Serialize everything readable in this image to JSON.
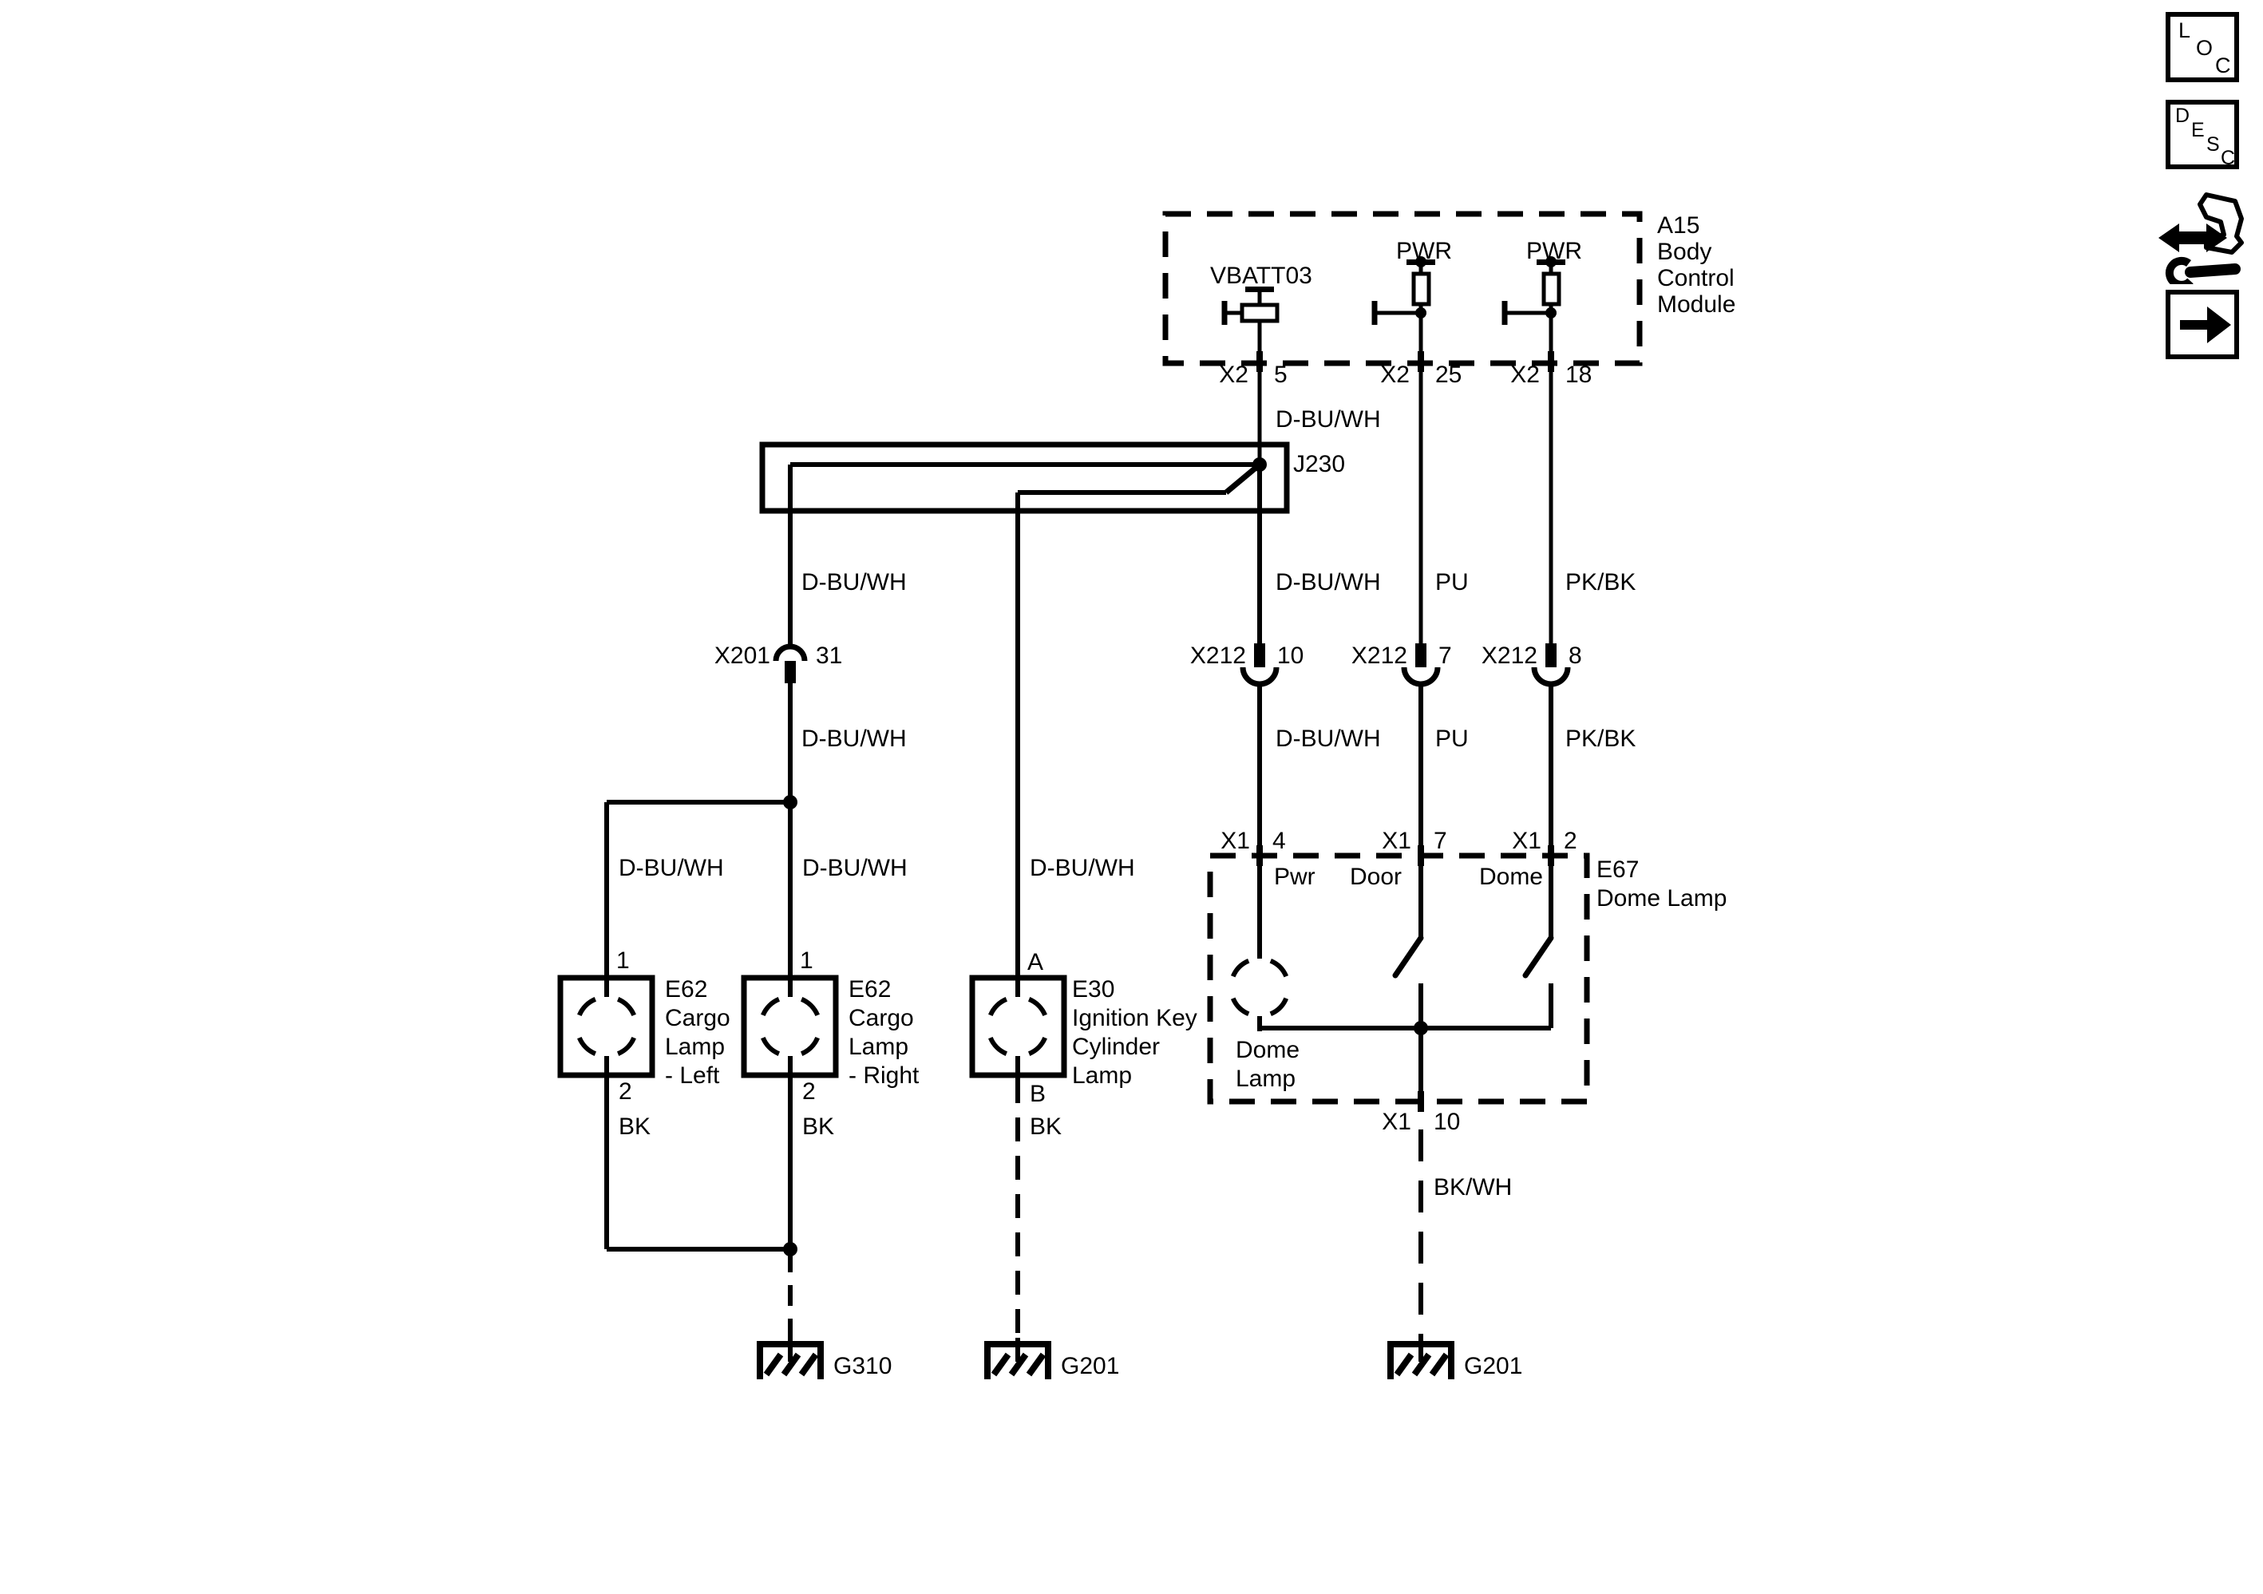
{
  "toolbar": {
    "loc": {
      "letters": [
        "L",
        "O",
        "C"
      ]
    },
    "desc": {
      "letters": [
        "D",
        "E",
        "S",
        "C"
      ]
    }
  },
  "bcm": {
    "name": [
      "A15",
      "Body",
      "Control",
      "Module"
    ],
    "vbatt": "VBATT03",
    "pwr_left": "PWR",
    "pwr_right": "PWR",
    "pins": [
      {
        "conn": "X2",
        "num": "5"
      },
      {
        "conn": "X2",
        "num": "25"
      },
      {
        "conn": "X2",
        "num": "18"
      }
    ]
  },
  "splice": {
    "name": "J230"
  },
  "connectors": {
    "x201": {
      "name": "X201",
      "pin": "31"
    },
    "x212_1": {
      "name": "X212",
      "pin": "10"
    },
    "x212_2": {
      "name": "X212",
      "pin": "7"
    },
    "x212_3": {
      "name": "X212",
      "pin": "8"
    }
  },
  "wires": {
    "bcm_out": "D-BU/WH",
    "left_upper": "D-BU/WH",
    "left_lower": "D-BU/WH",
    "col1_upper": "D-BU/WH",
    "col1_lower": "D-BU/WH",
    "col2_upper": "PU",
    "col2_lower": "PU",
    "col3_upper": "PK/BK",
    "col3_lower": "PK/BK",
    "branch_left": "D-BU/WH",
    "branch_right": "D-BU/WH",
    "branch_e30": "D-BU/WH",
    "bk_left": "BK",
    "bk_right": "BK",
    "bk_e30": "BK",
    "bk_wh": "BK/WH"
  },
  "lamps": {
    "e62_left": {
      "pin_in": "1",
      "pin_out": "2",
      "name": [
        "E62",
        "Cargo",
        "Lamp",
        "- Left"
      ]
    },
    "e62_right": {
      "pin_in": "1",
      "pin_out": "2",
      "name": [
        "E62",
        "Cargo",
        "Lamp",
        "- Right"
      ]
    },
    "e30": {
      "pin_in": "A",
      "pin_out": "B",
      "name": [
        "E30",
        "Ignition Key",
        "Cylinder",
        "Lamp"
      ]
    }
  },
  "dome_lamp": {
    "name": [
      "E67",
      "Dome Lamp"
    ],
    "pin_pwr": {
      "conn": "X1",
      "num": "4",
      "fn": "Pwr"
    },
    "pin_door": {
      "conn": "X1",
      "num": "7",
      "fn": "Door"
    },
    "pin_dome": {
      "conn": "X1",
      "num": "2",
      "fn": "Dome"
    },
    "pin_gnd": {
      "conn": "X1",
      "num": "10"
    },
    "bulb_label": [
      "Dome",
      "Lamp"
    ]
  },
  "grounds": {
    "left": "G310",
    "mid": "G201",
    "right": "G201"
  }
}
